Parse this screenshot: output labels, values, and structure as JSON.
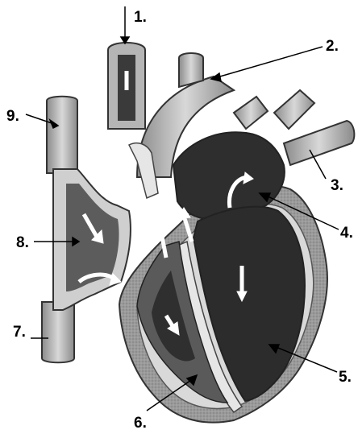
{
  "diagram": {
    "subject": "human heart cross-section",
    "labels": [
      {
        "id": "label-1",
        "text": "1."
      },
      {
        "id": "label-2",
        "text": "2."
      },
      {
        "id": "label-3",
        "text": "3."
      },
      {
        "id": "label-4",
        "text": "4."
      },
      {
        "id": "label-5",
        "text": "5."
      },
      {
        "id": "label-6",
        "text": "6."
      },
      {
        "id": "label-7",
        "text": "7."
      },
      {
        "id": "label-8",
        "text": "8."
      },
      {
        "id": "label-9",
        "text": "9."
      }
    ],
    "colors": {
      "muscle": "#a0a0a0",
      "dark_chamber": "#2c2c2c",
      "mid_chamber": "#5a5a5a",
      "vessel_light": "#c8c8c8",
      "wall_edge": "#e6e6e6",
      "arrow": "#ffffff",
      "ink": "#000000"
    }
  }
}
